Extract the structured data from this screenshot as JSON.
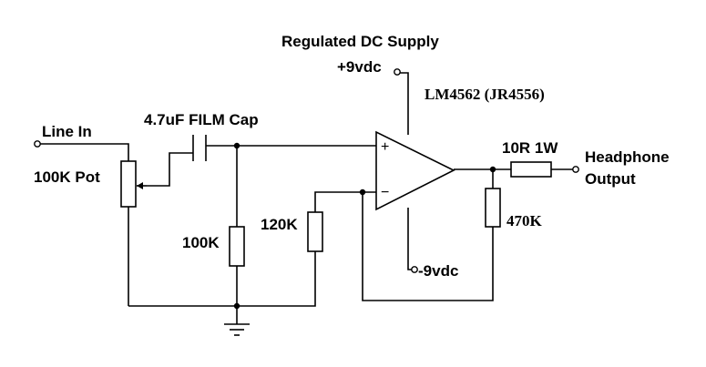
{
  "labels": {
    "supply_title": "Regulated DC Supply",
    "positive_rail": "+9vdc",
    "opamp_model": "LM4562 (JR4556)",
    "line_in": "Line In",
    "capacitor": "4.7uF FILM Cap",
    "potentiometer": "100K Pot",
    "resistor_ground": "100K",
    "resistor_input": "120K",
    "resistor_feedback": "470K",
    "resistor_output": "10R 1W",
    "output_line1": "Headphone",
    "output_line2": "Output",
    "negative_rail": "-9vdc"
  },
  "opamp": {
    "noninverting_sign": "+",
    "inverting_sign": "−"
  }
}
